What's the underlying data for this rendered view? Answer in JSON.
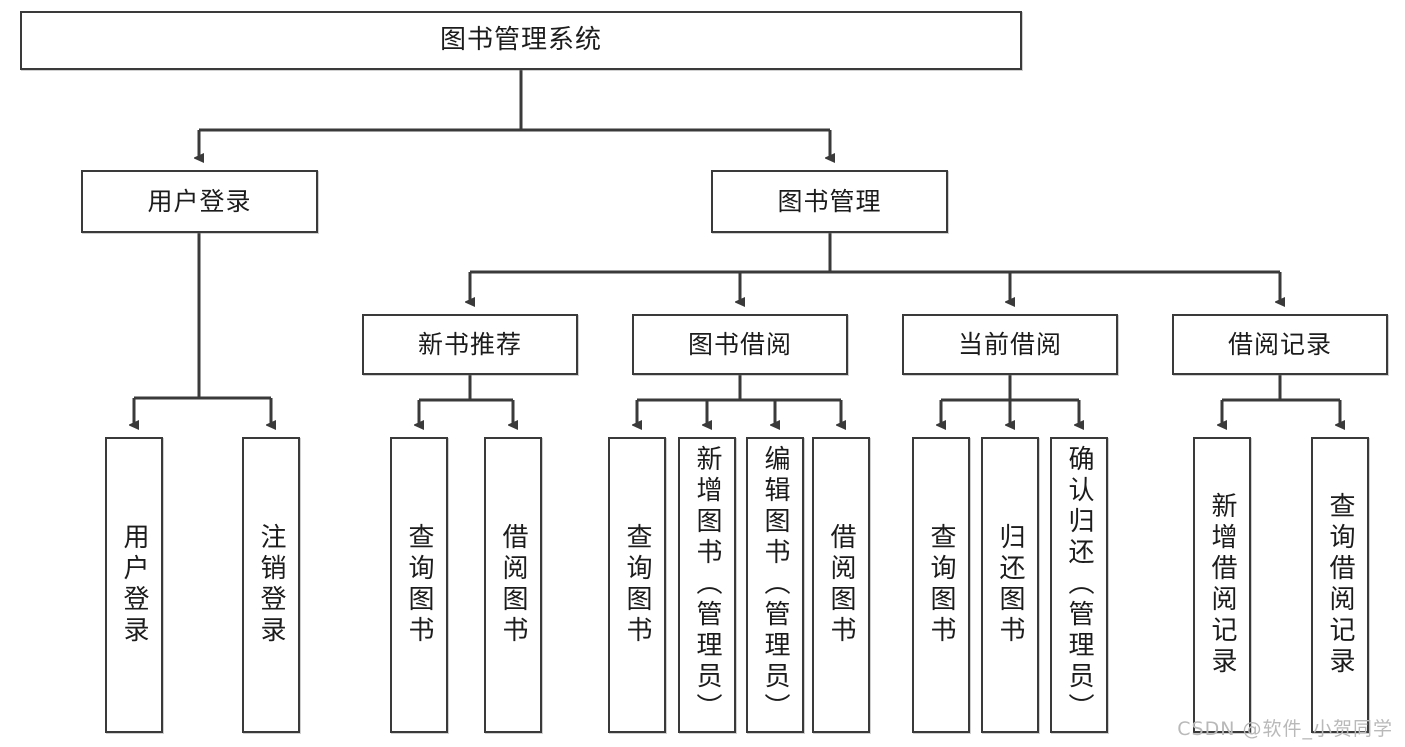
{
  "diagram": {
    "title": "图书管理系统",
    "watermark": "CSDN @软件_小贺同学",
    "colors": {
      "stroke": "#3a3a3a",
      "fill": "#ffffff",
      "text": "#1c1c1c",
      "watermark": "#b9b9b9"
    },
    "root": {
      "label": "图书管理系统"
    },
    "level1": [
      {
        "label": "用户登录"
      },
      {
        "label": "图书管理"
      }
    ],
    "level2": [
      {
        "label": "新书推荐"
      },
      {
        "label": "图书借阅"
      },
      {
        "label": "当前借阅"
      },
      {
        "label": "借阅记录"
      }
    ],
    "leaves": {
      "user_login": [
        {
          "label": "用户登录"
        },
        {
          "label": "注销登录"
        }
      ],
      "new_book": [
        {
          "label": "查询图书"
        },
        {
          "label": "借阅图书"
        }
      ],
      "book_borrow": [
        {
          "label": "查询图书"
        },
        {
          "label": "新增图书（管理员）"
        },
        {
          "label": "编辑图书（管理员）"
        },
        {
          "label": "借阅图书"
        }
      ],
      "current_borrow": [
        {
          "label": "查询图书"
        },
        {
          "label": "归还图书"
        },
        {
          "label": "确认归还（管理员）"
        }
      ],
      "borrow_record": [
        {
          "label": "新增借阅记录"
        },
        {
          "label": "查询借阅记录"
        }
      ]
    }
  }
}
